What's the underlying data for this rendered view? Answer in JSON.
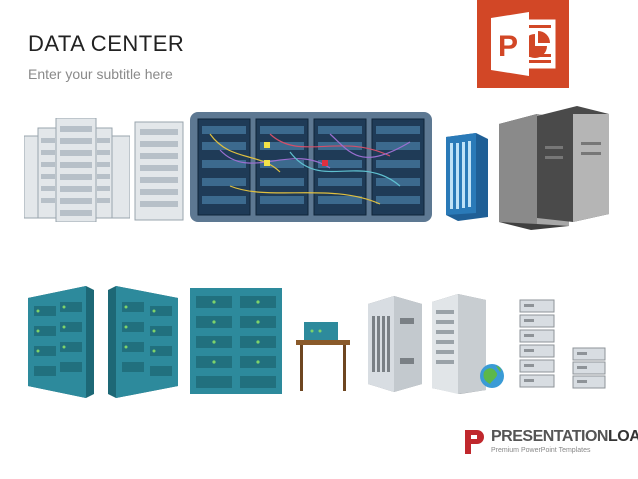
{
  "slide": {
    "title": "DATA CENTER",
    "subtitle": "Enter your subtitle here"
  },
  "app_logo": {
    "icon": "powerpoint-icon",
    "letter": "P",
    "color": "#d24726"
  },
  "brand": {
    "name_part1": "PRESENTATION",
    "name_part2": "LOAD",
    "trademark": "™",
    "tagline": "Premium PowerPoint Templates",
    "icon": "presentationload-logo-icon",
    "color": "#c0282d"
  },
  "colors": {
    "teal": "#2d8a9c",
    "navy_rack": "#2b4a6a",
    "blue_rack": "#2a7ab8",
    "gray_light": "#d8dde2",
    "gray_dark": "#5a5a5a",
    "table_brown": "#8a5a2a"
  }
}
